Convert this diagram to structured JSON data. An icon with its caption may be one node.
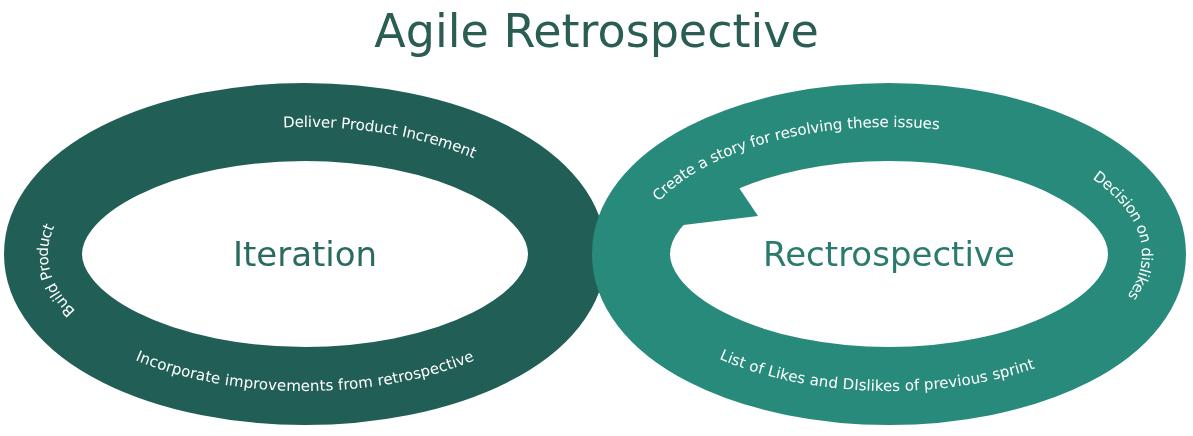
{
  "diagram": {
    "title": "Agile Retrospective",
    "nodes": [
      {
        "text": [
          "Deliver Product Increment",
          "Build Product",
          "Iteration",
          "Incorporate improvements from retrospective"
        ]
      },
      {
        "text": [
          "Create a story for resolving these issues",
          "Decision on dislikes",
          "Rectrospective",
          "List of Likes and DIslikes of previous sprint"
        ]
      }
    ]
  }
}
